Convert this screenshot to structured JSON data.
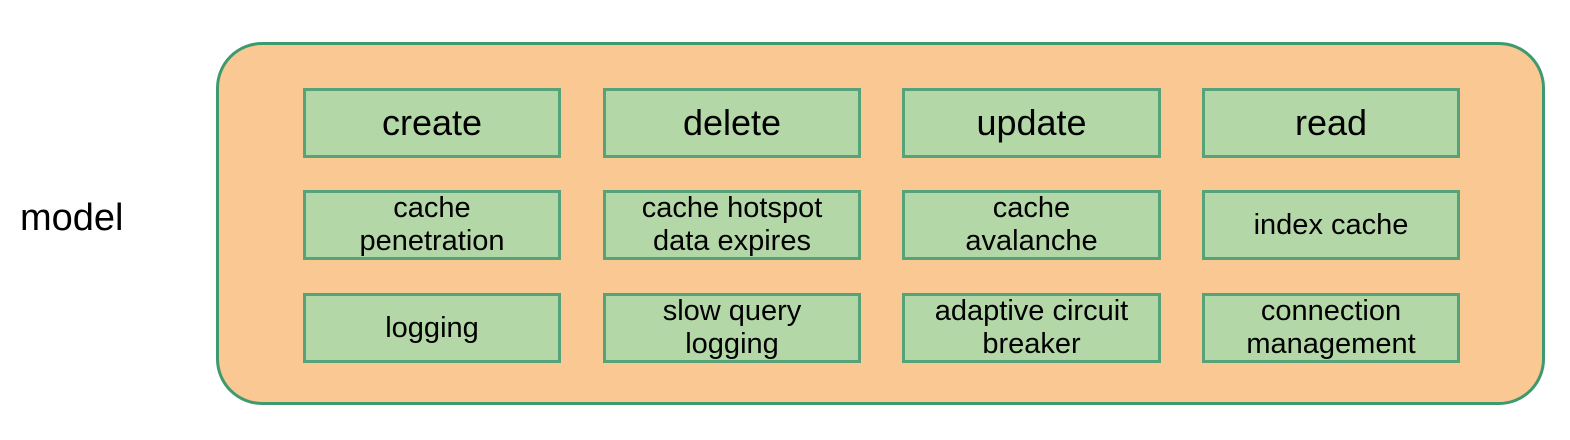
{
  "diagram": {
    "side_label": "model",
    "panel": {
      "fill_color": "#FAC893",
      "border_color": "#3E9A6E"
    },
    "box_style": {
      "fill_color": "#B4D7A8",
      "border_color": "#57A379"
    },
    "rows": [
      {
        "row_index": 1,
        "cells": [
          {
            "label": "create"
          },
          {
            "label": "delete"
          },
          {
            "label": "update"
          },
          {
            "label": "read"
          }
        ]
      },
      {
        "row_index": 2,
        "cells": [
          {
            "label": "cache\npenetration"
          },
          {
            "label": "cache hotspot\ndata expires"
          },
          {
            "label": "cache\navalanche"
          },
          {
            "label": "index cache"
          }
        ]
      },
      {
        "row_index": 3,
        "cells": [
          {
            "label": "logging"
          },
          {
            "label": "slow query\nlogging"
          },
          {
            "label": "adaptive circuit\nbreaker"
          },
          {
            "label": "connection\nmanagement"
          }
        ]
      }
    ]
  }
}
